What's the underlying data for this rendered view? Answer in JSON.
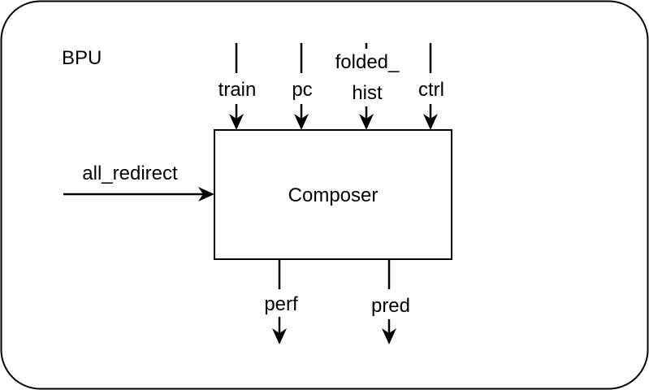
{
  "outer_block": {
    "label": "BPU"
  },
  "inner_block": {
    "label": "Composer"
  },
  "inputs": {
    "left": {
      "label": "all_redirect"
    },
    "top": [
      {
        "label": "train"
      },
      {
        "label": "pc"
      },
      {
        "label_line1": "folded_",
        "label_line2": "hist"
      },
      {
        "label": "ctrl"
      }
    ]
  },
  "outputs": [
    {
      "label": "perf"
    },
    {
      "label": "pred"
    }
  ]
}
